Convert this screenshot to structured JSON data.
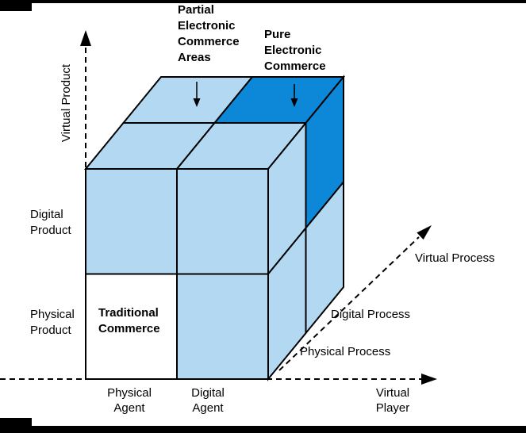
{
  "colors": {
    "light_blue": "#b3d9f2",
    "dark_blue": "#0d87d8",
    "surface": "#ffffff",
    "frame": "#000000"
  },
  "labels": {
    "partial_ec": {
      "lines": [
        "Partial",
        "Electronic",
        "Commerce",
        "Areas"
      ]
    },
    "pure_ec": {
      "lines": [
        "Pure",
        "Electronic",
        "Commerce"
      ]
    },
    "virtual_product_axis": "Virtual Product",
    "digital_product": {
      "lines": [
        "Digital",
        "Product"
      ]
    },
    "physical_product": {
      "lines": [
        "Physical",
        "Product"
      ]
    },
    "traditional_commerce": {
      "lines": [
        "Traditional",
        "Commerce"
      ]
    },
    "physical_agent": {
      "lines": [
        "Physical",
        "Agent"
      ]
    },
    "digital_agent": {
      "lines": [
        "Digital",
        "Agent"
      ]
    },
    "virtual_player_axis": {
      "lines": [
        "Virtual",
        "Player"
      ]
    },
    "digital_process": "Digital Process",
    "physical_process": "Physical Process",
    "virtual_process_axis": "Virtual Process"
  }
}
